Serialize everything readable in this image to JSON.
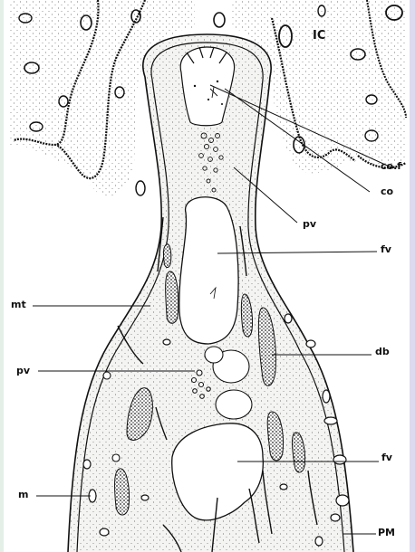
{
  "labels": {
    "ic": "IC",
    "cof": "co.f",
    "co": "co",
    "pv_top": "pv",
    "fv_top": "fv",
    "mt": "mt",
    "db": "db",
    "pv_left": "pv",
    "fv_bottom": "fv",
    "m": "m",
    "pm": "PM"
  },
  "colors": {
    "ink": "#111111",
    "background": "#ffffff",
    "cytoplasm": "#f4f4f2",
    "edge_left": "#e4efe8",
    "edge_right": "#ddd9ef"
  }
}
